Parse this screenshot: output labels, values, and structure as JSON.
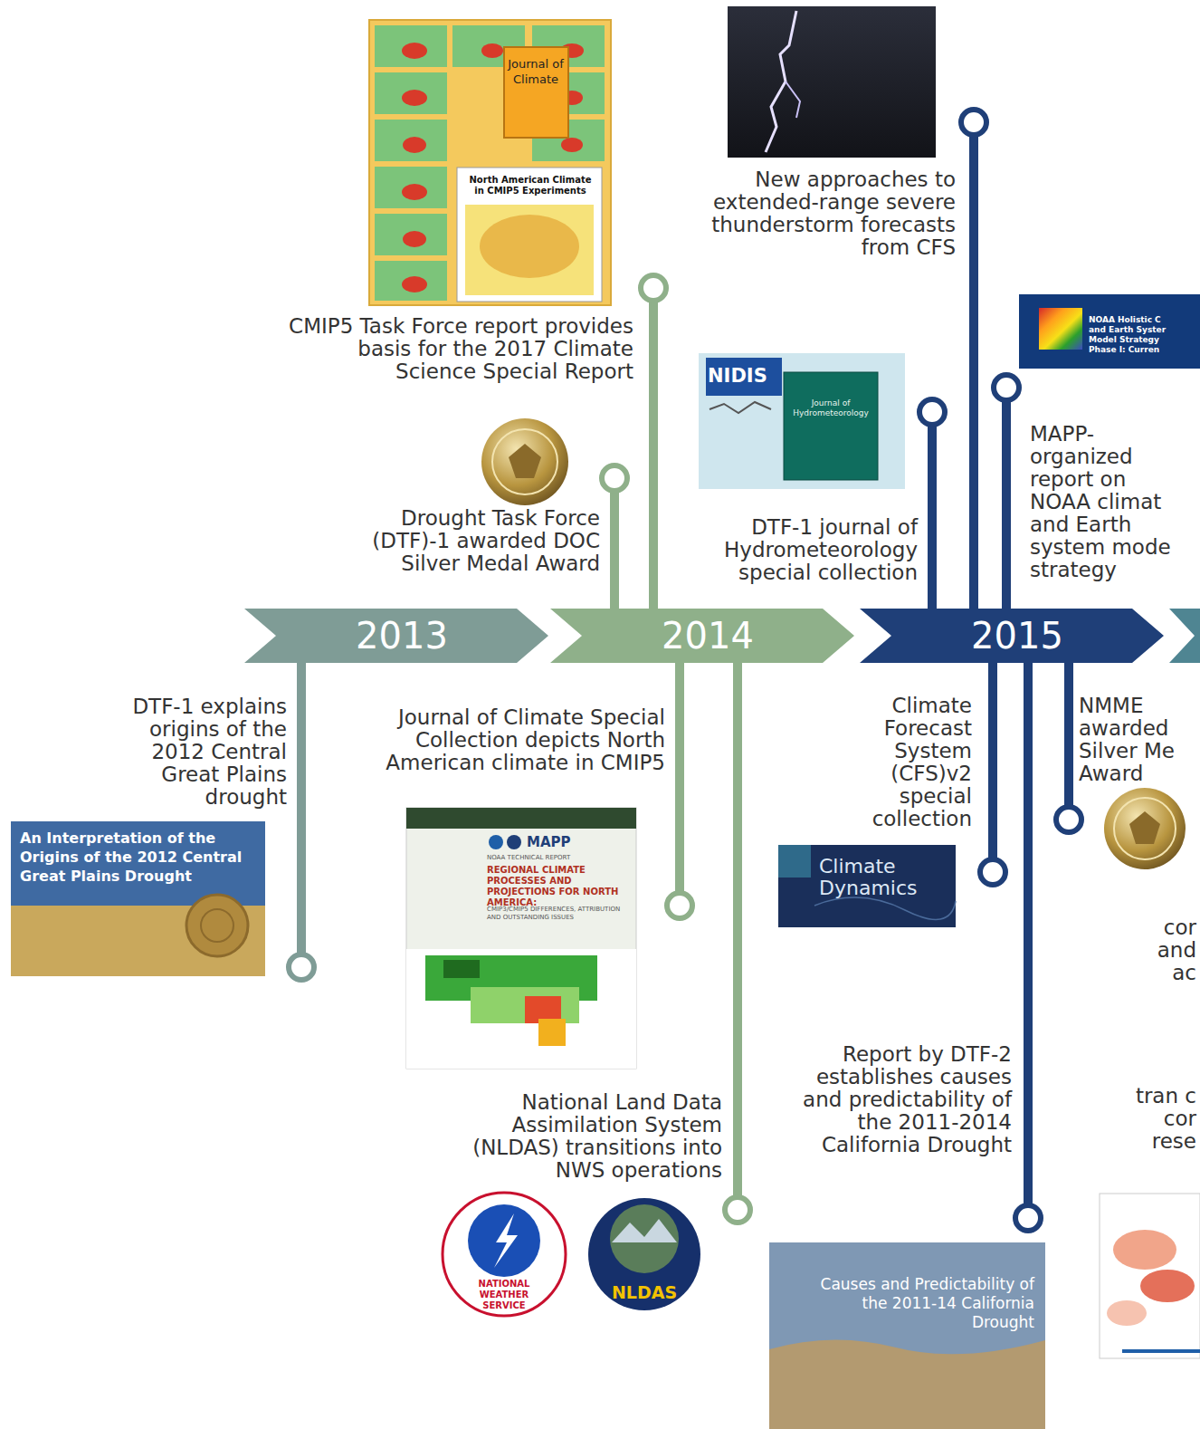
{
  "diagram": {
    "nodes": [
      {
        "text": [
          "2013"
        ]
      },
      {
        "text": [
          "2014"
        ]
      },
      {
        "text": [
          "2015"
        ]
      }
    ],
    "labels": [
      "DTF-1 explains origins of the 2012 Central Great Plains drought",
      "An Interpretation of the Origins of the 2012 Central Great Plains Drought",
      "Journal of Climate",
      "North American Climate in CMIP5 Experiments",
      "CMIP5 Task Force report provides basis for the 2017 Climate Science Special Report",
      "Drought Task Force (DTF)-1 awarded DOC Silver Medal Award",
      "Journal of Climate Special Collection depicts North American climate in CMIP5",
      "MAPP",
      "NOAA TECHNICAL REPORT",
      "REGIONAL CLIMATE PROCESSES AND PROJECTIONS FOR NORTH AMERICA:",
      "CMIP3/CMIP5 DIFFERENCES, ATTRIBUTION AND OUTSTANDING ISSUES",
      "National Land Data Assimilation System (NLDAS) transitions into NWS operations",
      "NATIONAL WEATHER SERVICE",
      "NLDAS",
      "New approaches to extended-range severe thunderstorm forecasts from CFS",
      "NIDIS",
      "Journal of Hydrometeorology",
      "DTF-1 journal of Hydrometeorology special collection",
      "NOAA Holistic C and Earth Syster Model Strategy Phase I: Curren",
      "MAPP- organized report on NOAA climat and Earth system mode strategy",
      "Climate Forecast System (CFS)v2 special collection",
      "Climate Dynamics",
      "Report by DTF-2 establishes causes and predictability of the 2011-2014 California Drought",
      "Causes and Predictability of the 2011-14 California Drought",
      "NMME awarded Silver Me Award",
      "cor and ac",
      "tran c cor rese"
    ]
  }
}
